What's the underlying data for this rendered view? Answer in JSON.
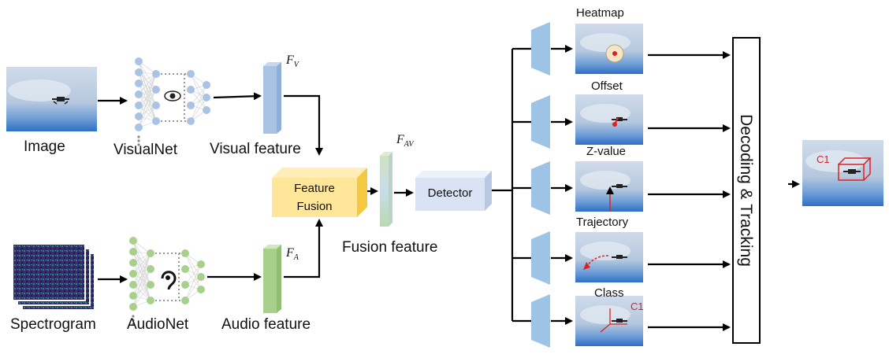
{
  "inputs": {
    "image_label": "Image",
    "spectrogram_label": "Spectrogram"
  },
  "networks": {
    "visual_net_label": "VisualNet",
    "audio_net_label": "AudioNet"
  },
  "features": {
    "visual_feature_label": "Visual feature",
    "audio_feature_label": "Audio feature",
    "fusion_feature_label": "Fusion feature",
    "fv_symbol": "F",
    "fv_sub": "V",
    "fa_symbol": "F",
    "fa_sub": "A",
    "fav_symbol": "F",
    "fav_sub": "AV"
  },
  "fusion": {
    "line1": "Feature",
    "line2": "Fusion"
  },
  "detector": {
    "label": "Detector"
  },
  "heads": [
    {
      "label": "Heatmap"
    },
    {
      "label": "Offset"
    },
    {
      "label": "Z-value"
    },
    {
      "label": "Trajectory"
    },
    {
      "label": "Class",
      "tag": "C1"
    }
  ],
  "tracker": {
    "label": "Decoding & Tracking"
  },
  "output": {
    "tag": "C1"
  },
  "colors": {
    "visual": "#a8c3e3",
    "audio": "#a8d08d",
    "fusion_box": "#ffe699",
    "detector": "#dae3f3",
    "trapezoid": "#9dc3e6",
    "sky": "#5b8fd0",
    "red": "#e02020"
  }
}
